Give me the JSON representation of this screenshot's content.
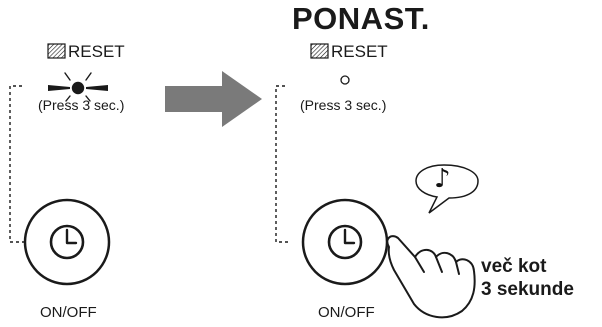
{
  "after_title": "PONAST.",
  "left_panel": {
    "reset_label": "RESET",
    "press_hint": "(Press 3 sec.)",
    "button_label": "ON/OFF"
  },
  "right_panel": {
    "reset_label": "RESET",
    "press_hint": "(Press 3 sec.)",
    "button_label": "ON/OFF",
    "instruction_line1": "več kot",
    "instruction_line2": "3 sekunde"
  },
  "icons": {
    "filter": "filter-hatch-icon",
    "indicator_lit": "lamp-on-icon",
    "indicator_off": "lamp-off-icon",
    "arrow": "right-arrow-icon",
    "timer": "clock-icon",
    "beep": "music-note-icon",
    "hand": "finger-press-icon"
  },
  "colors": {
    "ink": "#1a1a1a",
    "arrow": "#7a7a7a",
    "background": "#ffffff"
  }
}
